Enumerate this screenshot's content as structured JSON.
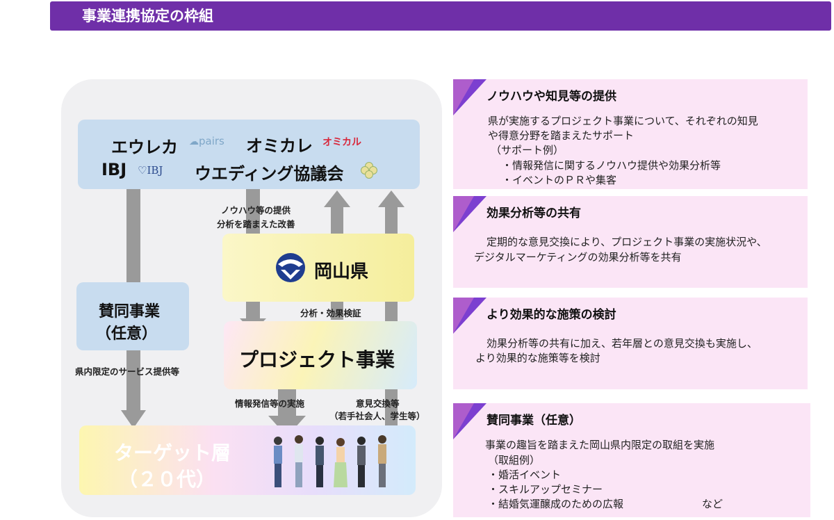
{
  "header": {
    "title": "事業連携協定の枠組"
  },
  "partners": {
    "eureka": "エウレカ",
    "pairs_logo": "pairs",
    "omikare": "オミカレ",
    "omikare_logo": "オミカル",
    "ibj": "IBJ",
    "ibj_logo": "♡IBJ",
    "wedding": "ウエディング協議会"
  },
  "okayama": {
    "label": "岡山県"
  },
  "project": {
    "label": "プロジェクト事業"
  },
  "sando": {
    "line1": "賛同事業",
    "line2": "（任意）"
  },
  "target": {
    "line1": "ターゲット層",
    "line2": "（２０代）"
  },
  "arrows": {
    "knowhow_line1": "ノウハウ等の提供",
    "knowhow_line2": "分析を踏まえた改善",
    "analysis": "分析・効果検証",
    "local_service": "県内限定のサービス提供等",
    "info": "情報発信等の実施",
    "opinion_line1": "意見交換等",
    "opinion_line2": "（若手社会人、学生等）"
  },
  "cards": [
    {
      "title": "ノウハウや知見等の提供",
      "lines": [
        "県が実施するプロジェクト事業について、それぞれの知見",
        "や得意分野を踏まえたサポート",
        "（サポート例）",
        "・情報発信に関するノウハウ提供や効果分析等",
        "・イベントのＰＲや集客"
      ]
    },
    {
      "title": "効果分析等の共有",
      "lines": [
        "定期的な意見交換により、プロジェクト事業の実施状況や、",
        "デジタルマーケティングの効果分析等を共有"
      ]
    },
    {
      "title": "より効果的な施策の検討",
      "lines": [
        "効果分析等の共有に加え、若年層との意見交換も実施し、",
        "より効果的な施策等を検討"
      ]
    },
    {
      "title": "賛同事業（任意）",
      "lines": [
        "事業の趣旨を踏まえた岡山県内限定の取組を実施",
        "（取組例）",
        "・婚活イベント",
        "・スキルアップセミナー",
        "・結婚気運醸成のための広報"
      ],
      "suffix": "など"
    }
  ]
}
